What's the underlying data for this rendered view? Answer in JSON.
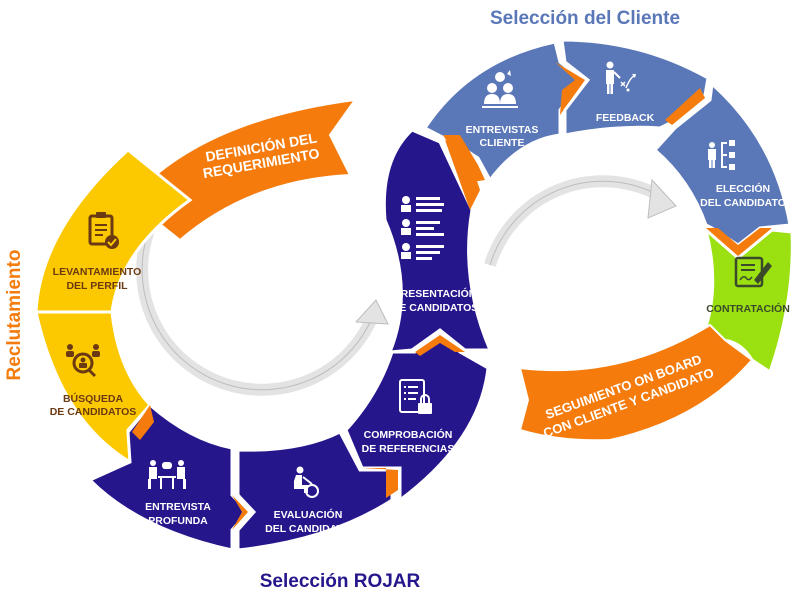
{
  "titles": {
    "client_selection": "Selección del Cliente",
    "rojar_selection": "Selección ROJAR",
    "recruitment": "Reclutamiento"
  },
  "colors": {
    "recruitment": "#fcc800",
    "recruitment_text": "#6b3a12",
    "rojar": "#25168c",
    "client": "#5a77b8",
    "client_title": "#5a77b8",
    "hiring": "#9be010",
    "orange": "#f47b0c",
    "arrow_gray": "#e3e3e3"
  },
  "banners": {
    "definition": [
      "DEFINICIÓN DEL",
      "REQUERIMIENTO"
    ],
    "followup": [
      "SEGUIMIENTO ON BOARD",
      "CON CLIENTE Y CANDIDATO"
    ]
  },
  "steps": [
    {
      "id": "levantamiento",
      "group": "recruitment",
      "icon": "clipboard-check-icon",
      "lines": [
        "LEVANTAMIENTO",
        "DEL PERFIL"
      ]
    },
    {
      "id": "busqueda",
      "group": "recruitment",
      "icon": "candidate-search-icon",
      "lines": [
        "BÚSQUEDA",
        "DE CANDIDATOS"
      ]
    },
    {
      "id": "entrevista",
      "group": "rojar",
      "icon": "interview-icon",
      "lines": [
        "ENTREVISTA",
        "PROFUNDA"
      ]
    },
    {
      "id": "evaluacion",
      "group": "rojar",
      "icon": "evaluation-timer-icon",
      "lines": [
        "EVALUACIÓN",
        "DEL CANDIDATO"
      ]
    },
    {
      "id": "comprobacion",
      "group": "rojar",
      "icon": "document-lock-icon",
      "lines": [
        "COMPROBACIÓN",
        "DE REFERENCIAS"
      ]
    },
    {
      "id": "presentacion",
      "group": "rojar",
      "icon": "candidate-list-icon",
      "lines": [
        "PRESENTACIÓN",
        "DE CANDIDATOS"
      ]
    },
    {
      "id": "entrevistas-cliente",
      "group": "client",
      "icon": "audience-icon",
      "lines": [
        "ENTREVISTAS",
        "CLIENTE"
      ]
    },
    {
      "id": "feedback",
      "group": "client",
      "icon": "strategy-icon",
      "lines": [
        "FEEDBACK"
      ]
    },
    {
      "id": "eleccion",
      "group": "client",
      "icon": "org-chart-icon",
      "lines": [
        "ELECCIÓN",
        "DEL CANDIDATO"
      ]
    },
    {
      "id": "contratacion",
      "group": "hiring",
      "icon": "contract-sign-icon",
      "lines": [
        "CONTRATACIÓN"
      ]
    }
  ]
}
